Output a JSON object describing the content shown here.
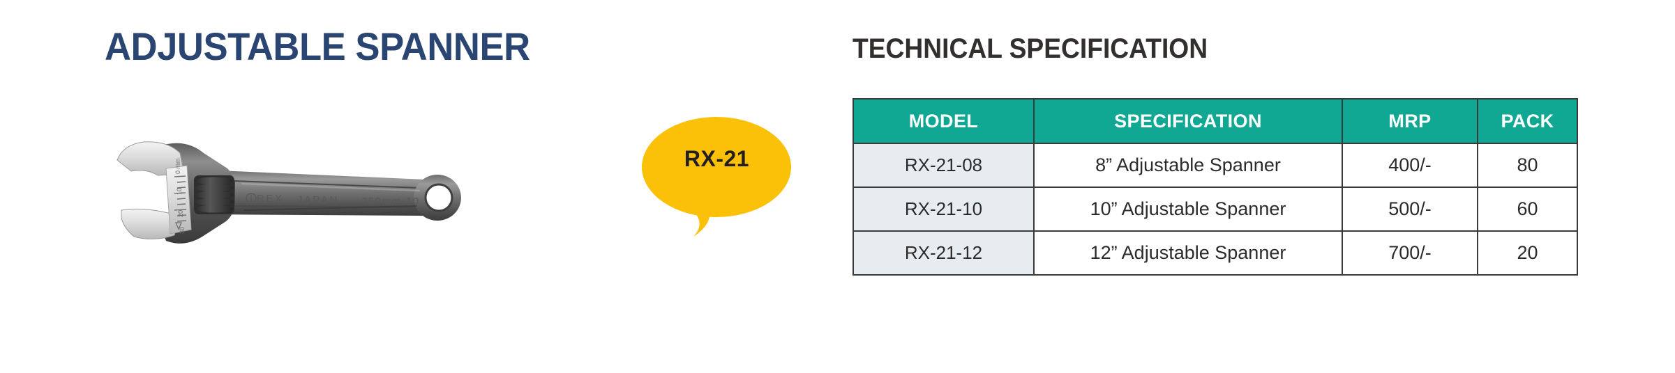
{
  "product": {
    "title": "ADJUSTABLE SPANNER",
    "title_color": "#2A4571",
    "badge_label": "RX-21",
    "badge_color": "#FBC008",
    "badge_text_color": "#231f20",
    "photo": {
      "name": "adjustable-spanner-photo",
      "stamped_brand": "REX",
      "stamped_origin": "JAPAN",
      "stamped_size": "250mm-10",
      "scale_marks": [
        "0",
        "10",
        "20",
        "30"
      ],
      "scale_unit": "mm"
    }
  },
  "spec_section": {
    "heading": "TECHNICAL SPECIFICATION",
    "heading_color": "#332f2e",
    "header_bg": "#10a892",
    "header_text_color": "#FFFFFF",
    "model_cell_bg": "#E7ECF0",
    "border_color": "#3a3a3a",
    "columns": [
      "MODEL",
      "SPECIFICATION",
      "MRP",
      "PACK"
    ],
    "rows": [
      {
        "model": "RX-21-08",
        "specification": "8” Adjustable Spanner",
        "mrp": "400/-",
        "pack": "80"
      },
      {
        "model": "RX-21-10",
        "specification": "10” Adjustable Spanner",
        "mrp": "500/-",
        "pack": "60"
      },
      {
        "model": "RX-21-12",
        "specification": "12” Adjustable Spanner",
        "mrp": "700/-",
        "pack": "20"
      }
    ]
  }
}
